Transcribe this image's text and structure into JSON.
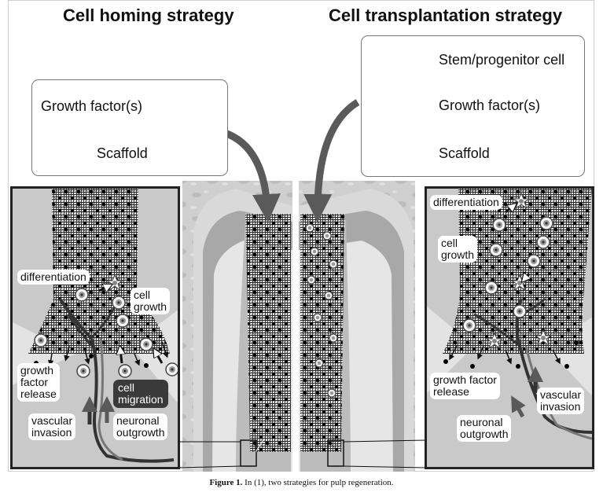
{
  "titles": {
    "left": "Cell homing strategy",
    "right": "Cell transplantation strategy"
  },
  "legend_left": {
    "growth_factor": "Growth factor(s)",
    "scaffold": "Scaffold"
  },
  "legend_right": {
    "stem_cell": "Stem/progenitor cell",
    "growth_factor": "Growth factor(s)",
    "scaffold": "Scaffold"
  },
  "left_panel": {
    "differentiation": "differentiation",
    "cell_growth_1": "cell",
    "cell_growth_2": "growth",
    "growth_factor_release_1": "growth",
    "growth_factor_release_2": "factor",
    "growth_factor_release_3": "release",
    "cell_migration_1": "cell",
    "cell_migration_2": "migration",
    "vascular_invasion_1": "vascular",
    "vascular_invasion_2": "invasion",
    "neuronal_outgrowth_1": "neuronal",
    "neuronal_outgrowth_2": "outgrowth"
  },
  "right_panel": {
    "differentiation": "differentiation",
    "cell_growth_1": "cell",
    "cell_growth_2": "growth",
    "growth_factor_release_1": "growth factor",
    "growth_factor_release_2": "release",
    "vascular_invasion_1": "vascular",
    "vascular_invasion_2": "invasion",
    "neuronal_outgrowth_1": "neuronal",
    "neuronal_outgrowth_2": "outgrowth"
  },
  "caption": {
    "label": "Figure 1.",
    "text": " In (1), two strategies for pulp regeneration."
  },
  "colors": {
    "arrow": "#5a5a5a",
    "panel_bg": "#c9c9c9",
    "tooth_light": "#d9d9d9",
    "tooth_mid": "#a8a8a8",
    "border": "#222222"
  }
}
